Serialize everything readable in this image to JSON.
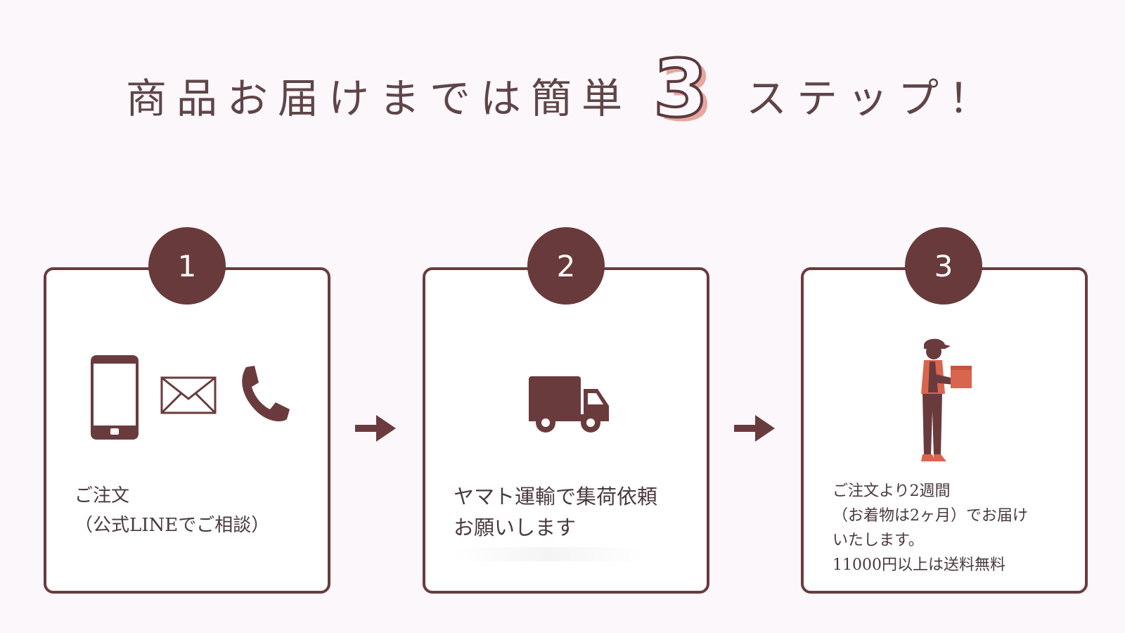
{
  "headline": {
    "before": "商品お届けまでは簡単",
    "number": "3",
    "after": "ステップ！"
  },
  "colors": {
    "background": "#fcf7fb",
    "brown": "#6a3b3d",
    "accent_salmon": "#e7a79e",
    "delivery_orange": "#d9654f"
  },
  "steps": [
    {
      "number": "1",
      "icons": [
        "smartphone-icon",
        "envelope-icon",
        "phone-handset-icon"
      ],
      "lines": [
        "ご注文",
        "（公式LINEでご相談）"
      ]
    },
    {
      "number": "2",
      "icons": [
        "delivery-truck-icon"
      ],
      "lines": [
        "ヤマト運輸で集荷依頼",
        "お願いします"
      ]
    },
    {
      "number": "3",
      "icons": [
        "delivery-person-icon"
      ],
      "lines": [
        "ご注文より2週間",
        "（お着物は2ヶ月）でお届け",
        "いたします。",
        "11000円以上は送料無料"
      ]
    }
  ]
}
